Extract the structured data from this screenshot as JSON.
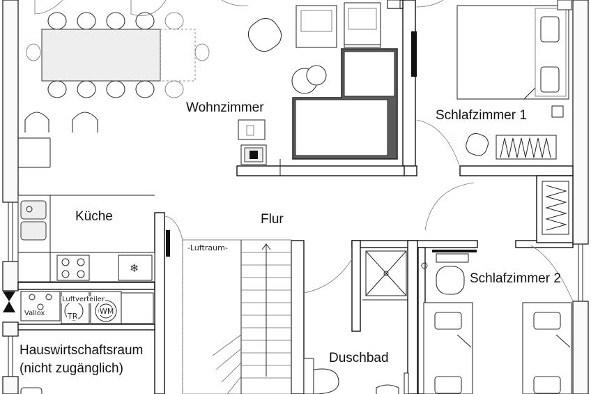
{
  "rooms": {
    "wohnzimmer": "Wohnzimmer",
    "schlafzimmer1": "Schlafzimmer 1",
    "kueche": "Küche",
    "flur": "Flur",
    "luftraum": "-Luftraum-",
    "schlafzimmer2": "Schlafzimmer 2",
    "hwr_line1": "Hauswirtschaftsraum",
    "hwr_line2": "(nicht zugänglich)",
    "duschbad": "Duschbad"
  },
  "appliances": {
    "luftverteiler": "Luftverteiler",
    "vallox": "Vallox",
    "tr": "TR",
    "wm": "WM"
  }
}
